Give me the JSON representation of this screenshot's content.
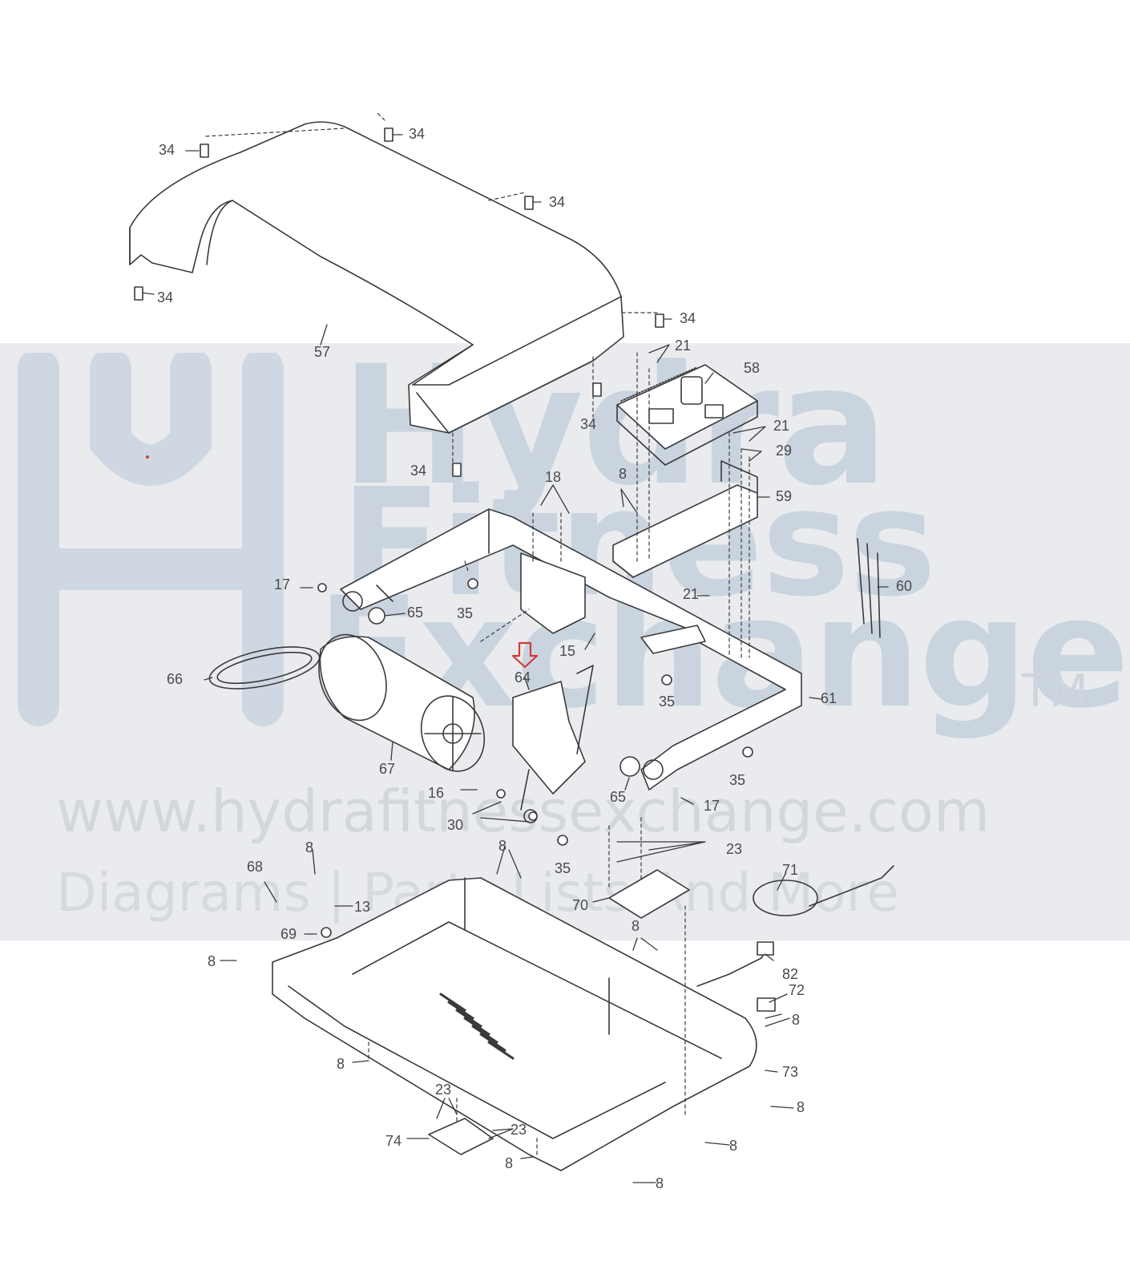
{
  "watermark": {
    "line1": "Hydra",
    "line2": "Fitness",
    "line3": "Exchange",
    "tm": "TM",
    "url": "www.hydrafitnessexchange.com",
    "tagline": "Diagrams | Parts Lists And More"
  },
  "colors": {
    "band": "#e9ebee",
    "watermark": "#c9d4df",
    "arrow": "#d23a3a",
    "line": "#3a3a3a"
  },
  "labels": [
    {
      "id": "p34a",
      "text": "34"
    },
    {
      "id": "p34b",
      "text": "34"
    },
    {
      "id": "p34c",
      "text": "34"
    },
    {
      "id": "p34d",
      "text": "34"
    },
    {
      "id": "p34e",
      "text": "34"
    },
    {
      "id": "p34f",
      "text": "34"
    },
    {
      "id": "p34g",
      "text": "34"
    },
    {
      "id": "p57",
      "text": "57"
    },
    {
      "id": "p21a",
      "text": "21"
    },
    {
      "id": "p58",
      "text": "58"
    },
    {
      "id": "p21b",
      "text": "21"
    },
    {
      "id": "p29",
      "text": "29"
    },
    {
      "id": "p18",
      "text": "18"
    },
    {
      "id": "p8a",
      "text": "8"
    },
    {
      "id": "p59",
      "text": "59"
    },
    {
      "id": "p60",
      "text": "60"
    },
    {
      "id": "p17a",
      "text": "17"
    },
    {
      "id": "p65a",
      "text": "65"
    },
    {
      "id": "p35a",
      "text": "35"
    },
    {
      "id": "p21c",
      "text": "21"
    },
    {
      "id": "p15",
      "text": "15"
    },
    {
      "id": "p64",
      "text": "64"
    },
    {
      "id": "p66",
      "text": "66"
    },
    {
      "id": "p35b",
      "text": "35"
    },
    {
      "id": "p61",
      "text": "61"
    },
    {
      "id": "p67",
      "text": "67"
    },
    {
      "id": "p35c",
      "text": "35"
    },
    {
      "id": "p16",
      "text": "16"
    },
    {
      "id": "p65b",
      "text": "65"
    },
    {
      "id": "p17b",
      "text": "17"
    },
    {
      "id": "p30",
      "text": "30"
    },
    {
      "id": "p8b",
      "text": "8"
    },
    {
      "id": "p8c",
      "text": "8"
    },
    {
      "id": "p23a",
      "text": "23"
    },
    {
      "id": "p68",
      "text": "68"
    },
    {
      "id": "p35d",
      "text": "35"
    },
    {
      "id": "p71",
      "text": "71"
    },
    {
      "id": "p13",
      "text": "13"
    },
    {
      "id": "p70",
      "text": "70"
    },
    {
      "id": "p69",
      "text": "69"
    },
    {
      "id": "p8d",
      "text": "8"
    },
    {
      "id": "p8e",
      "text": "8"
    },
    {
      "id": "p82",
      "text": "82"
    },
    {
      "id": "p72",
      "text": "72"
    },
    {
      "id": "p8f",
      "text": "8"
    },
    {
      "id": "p73",
      "text": "73"
    },
    {
      "id": "p8g",
      "text": "8"
    },
    {
      "id": "p8h",
      "text": "8"
    },
    {
      "id": "p23b",
      "text": "23"
    },
    {
      "id": "p23c",
      "text": "23"
    },
    {
      "id": "p74",
      "text": "74"
    },
    {
      "id": "p8i",
      "text": "8"
    },
    {
      "id": "p8j",
      "text": "8"
    },
    {
      "id": "p8k",
      "text": "8"
    }
  ]
}
